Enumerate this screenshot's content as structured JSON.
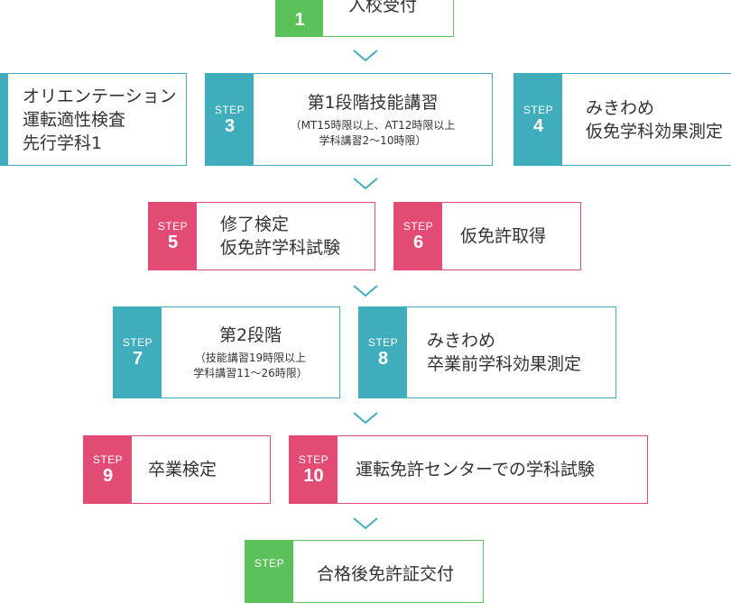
{
  "colors": {
    "green": "#5cc15a",
    "teal": "#3fadbc",
    "pink": "#e24c74"
  },
  "steps": {
    "s1": {
      "label": "",
      "num": "1",
      "title": "入校受付",
      "sub": ""
    },
    "s2": {
      "label": "",
      "num": "",
      "title": "オリエンテーション\n運転適性検査\n先行学科1",
      "sub": ""
    },
    "s3": {
      "label": "STEP",
      "num": "3",
      "title": "第1段階技能講習",
      "sub": "（MT15時限以上、AT12時限以上\n学科講習2〜10時限）"
    },
    "s4": {
      "label": "STEP",
      "num": "4",
      "title": "みきわめ\n仮免学科効果測定",
      "sub": ""
    },
    "s5": {
      "label": "STEP",
      "num": "5",
      "title": "修了検定\n仮免許学科試験",
      "sub": ""
    },
    "s6": {
      "label": "STEP",
      "num": "6",
      "title": "仮免許取得",
      "sub": ""
    },
    "s7": {
      "label": "STEP",
      "num": "7",
      "title": "第2段階",
      "sub": "（技能講習19時限以上\n学科講習11〜26時限）"
    },
    "s8": {
      "label": "STEP",
      "num": "8",
      "title": "みきわめ\n卒業前学科効果測定",
      "sub": ""
    },
    "s9": {
      "label": "STEP",
      "num": "9",
      "title": "卒業検定",
      "sub": ""
    },
    "s10": {
      "label": "STEP",
      "num": "10",
      "title": "運転免許センターでの学科試験",
      "sub": ""
    },
    "s11": {
      "label": "STEP",
      "num": "",
      "title": "合格後免許証交付",
      "sub": ""
    }
  },
  "icons": {
    "arrow": "chevron-down-icon"
  }
}
